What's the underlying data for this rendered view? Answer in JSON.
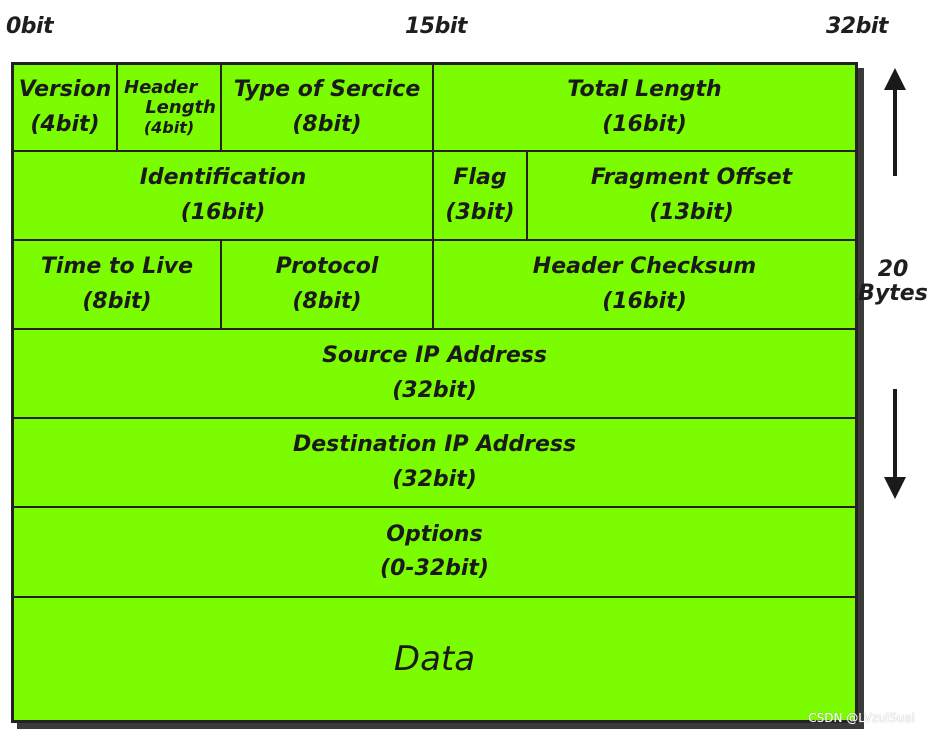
{
  "ruler": {
    "start": "0bit",
    "middle": "15bit",
    "end": "32bit"
  },
  "fields": {
    "version": {
      "name": "Version",
      "size": "(4bit)"
    },
    "header_length": {
      "name_line1": "Header",
      "name_line2": "Length",
      "size": "(4bit)"
    },
    "type_of_service": {
      "name": "Type of Sercice",
      "size": "(8bit)"
    },
    "total_length": {
      "name": "Total Length",
      "size": "(16bit)"
    },
    "identification": {
      "name": "Identification",
      "size": "(16bit)"
    },
    "flag": {
      "name": "Flag",
      "size": "(3bit)"
    },
    "fragment_offset": {
      "name": "Fragment Offset",
      "size": "(13bit)"
    },
    "time_to_live": {
      "name": "Time to Live",
      "size": "(8bit)"
    },
    "protocol": {
      "name": "Protocol",
      "size": "(8bit)"
    },
    "header_checksum": {
      "name": "Header Checksum",
      "size": "(16bit)"
    },
    "source_ip": {
      "name": "Source IP Address",
      "size": "(32bit)"
    },
    "destination_ip": {
      "name": "Destination IP Address",
      "size": "(32bit)"
    },
    "options": {
      "name": "Options",
      "size": "(0-32bit)"
    },
    "data": {
      "name": "Data"
    }
  },
  "side_label": {
    "count": "20",
    "unit": "Bytes"
  },
  "watermark": "CSDN @LVzuiSuai",
  "colors": {
    "field_fill": "#7cfc00",
    "border": "#222222"
  }
}
